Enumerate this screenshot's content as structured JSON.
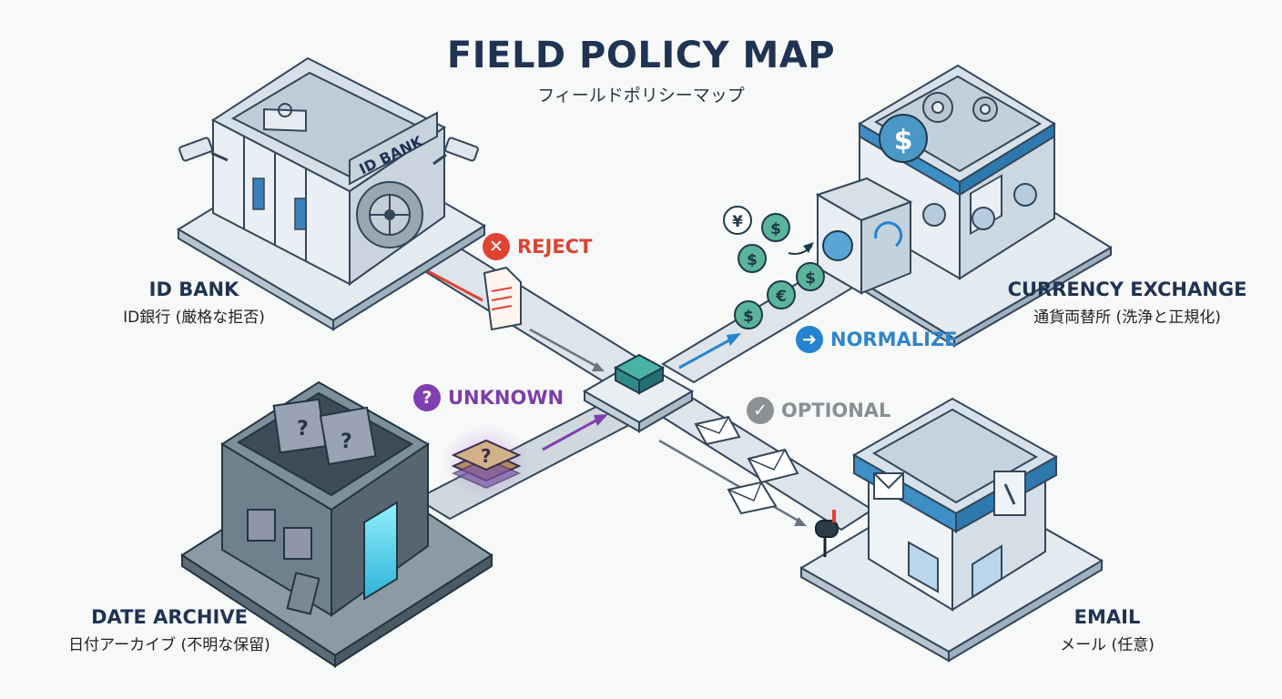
{
  "header": {
    "title": "FIELD POLICY MAP",
    "subtitle": "フィールドポリシーマップ"
  },
  "nodes": {
    "id_bank": {
      "label_en": "ID BANK",
      "label_jp": "ID銀行 (厳格な拒否)",
      "sign": "ID BANK"
    },
    "currency_exchange": {
      "label_en": "CURRENCY EXCHANGE",
      "label_jp": "通貨両替所 (洗浄と正規化)"
    },
    "date_archive": {
      "label_en": "DATE ARCHIVE",
      "label_jp": "日付アーカイブ (不明な保留)"
    },
    "email": {
      "label_en": "EMAIL",
      "label_jp": "メール (任意)"
    }
  },
  "policies": {
    "reject": {
      "label": "REJECT",
      "icon": "x-circle-icon",
      "color": "#e04234"
    },
    "normalize": {
      "label": "NORMALIZE",
      "icon": "arrow-right-circle-icon",
      "color": "#2583d0"
    },
    "optional": {
      "label": "OPTIONAL",
      "icon": "check-circle-icon",
      "color": "#8d9196"
    },
    "unknown": {
      "label": "UNKNOWN",
      "icon": "question-circle-icon",
      "color": "#7f3fb0"
    }
  },
  "coins": {
    "yen": "¥",
    "dollar": "$",
    "euro": "€"
  }
}
